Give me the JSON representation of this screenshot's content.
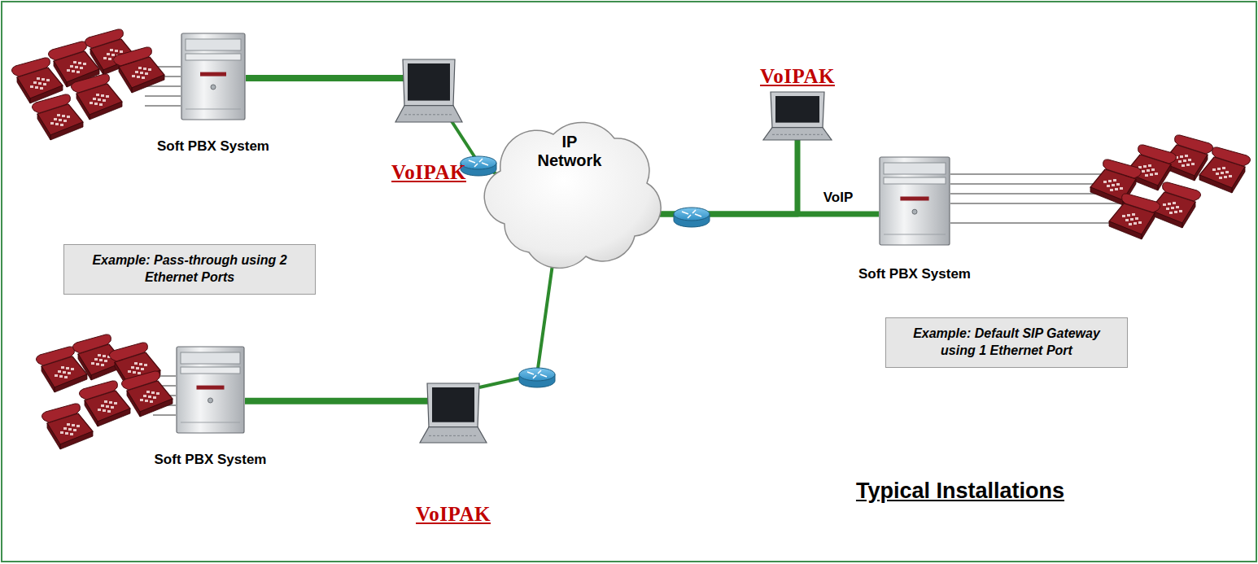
{
  "diagram": {
    "title": "Typical Installations",
    "nodes": [
      {
        "text": [
          "Soft PBX System"
        ]
      },
      {
        "text": [
          "VoIPAK"
        ]
      },
      {
        "text": [
          "Example: Pass-through using 2 Ethernet Ports"
        ]
      },
      {
        "text": [
          "IP Network"
        ]
      },
      {
        "text": [
          "VoIPAK"
        ]
      },
      {
        "text": [
          "Soft PBX System"
        ]
      },
      {
        "text": [
          "Example: Default SIP Gateway using 1 Ethernet Port"
        ]
      },
      {
        "text": [
          "Soft PBX System"
        ]
      },
      {
        "text": [
          "VoIPAK"
        ]
      }
    ],
    "edges": [
      {
        "from": 0,
        "to": 1,
        "arrow": "none"
      },
      {
        "from": 1,
        "to": 3,
        "arrow": "none"
      },
      {
        "from": 3,
        "to": 4,
        "arrow": "none"
      },
      {
        "from": 3,
        "to": 5,
        "label": "VoIP",
        "arrow": "none"
      },
      {
        "from": 7,
        "to": 8,
        "arrow": "none"
      },
      {
        "from": 8,
        "to": 3,
        "arrow": "none"
      }
    ]
  }
}
